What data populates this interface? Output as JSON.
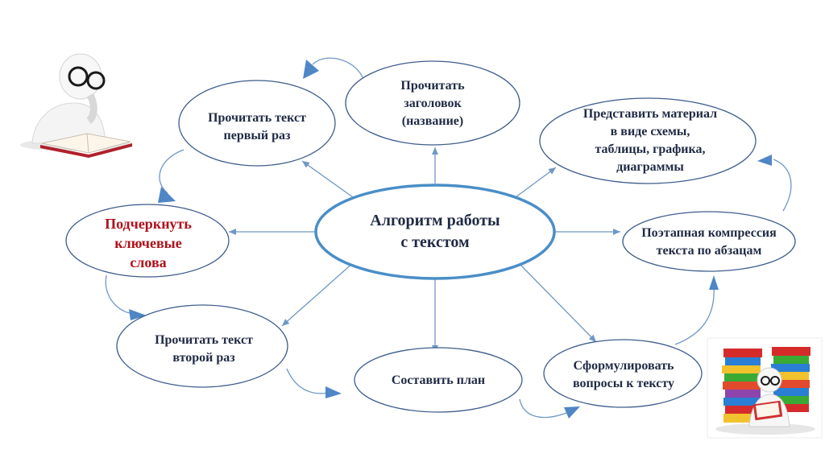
{
  "diagram": {
    "center": {
      "line1": "Алгоритм работы",
      "line2": "с текстом"
    },
    "nodes": {
      "read_title": {
        "line1": "Прочитать",
        "line2": "заголовок",
        "line3": "(название)"
      },
      "read_first": {
        "line1": "Прочитать текст",
        "line2": "первый раз"
      },
      "present": {
        "line1": "Представить материал",
        "line2": "в виде схемы,",
        "line3": "таблицы, графика,",
        "line4": "диаграммы"
      },
      "underline": {
        "line1": "Подчеркнуть",
        "line2": "ключевые",
        "line3": "слова"
      },
      "compress": {
        "line1": "Поэтапная компрессия",
        "line2": "текста по абзацам"
      },
      "read_second": {
        "line1": "Прочитать текст",
        "line2": "второй раз"
      },
      "plan": {
        "line1": "Составить план"
      },
      "questions": {
        "line1": "Сформулировать",
        "line2": "вопросы к тексту"
      }
    },
    "colors": {
      "ellipse_stroke": "#3e5d8c",
      "center_stroke": "#4a8ec7",
      "arrow": "#6f97c4",
      "arrowhead_fill": "#4f86c6",
      "text": "#1f2a44",
      "highlight_text": "#b0111b"
    },
    "illustrations": {
      "top_left": "reading-person-icon",
      "bottom_right": "books-stack-reader-icon"
    }
  }
}
